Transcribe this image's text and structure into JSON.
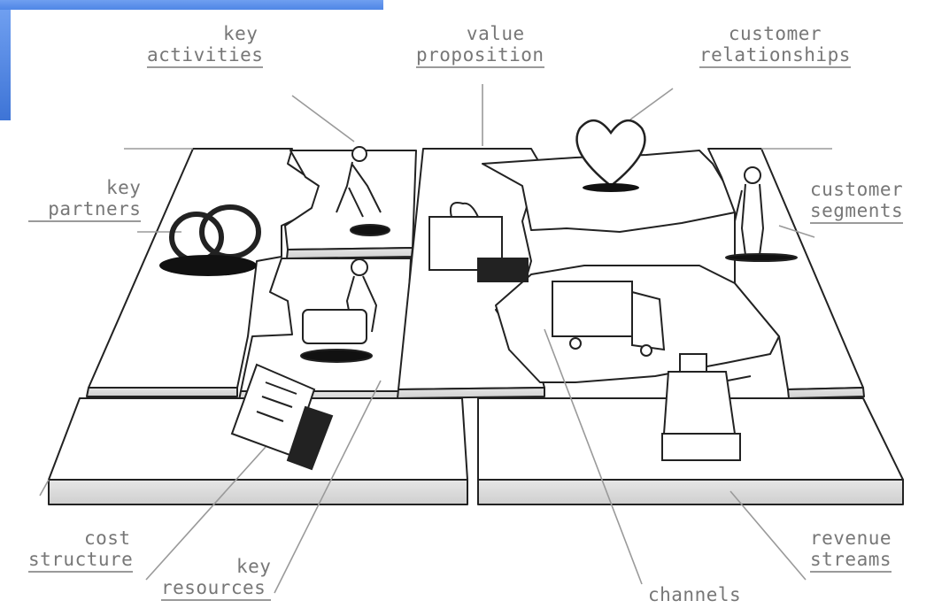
{
  "labels": {
    "key_activities": [
      "key",
      "activities"
    ],
    "value_proposition": [
      "value",
      "proposition"
    ],
    "customer_relationships": [
      "customer",
      "relationships"
    ],
    "key_partners": [
      "key",
      "partners"
    ],
    "customer_segments": [
      "customer",
      "segments"
    ],
    "cost_structure": [
      "cost",
      "structure"
    ],
    "key_resources": [
      "key",
      "resources"
    ],
    "channels": [
      "channels"
    ],
    "revenue_streams": [
      "revenue",
      "streams"
    ]
  },
  "colors": {
    "accent": "#4f86e6",
    "line": "#222222",
    "label": "#777777",
    "leader": "#9a9a9a"
  }
}
